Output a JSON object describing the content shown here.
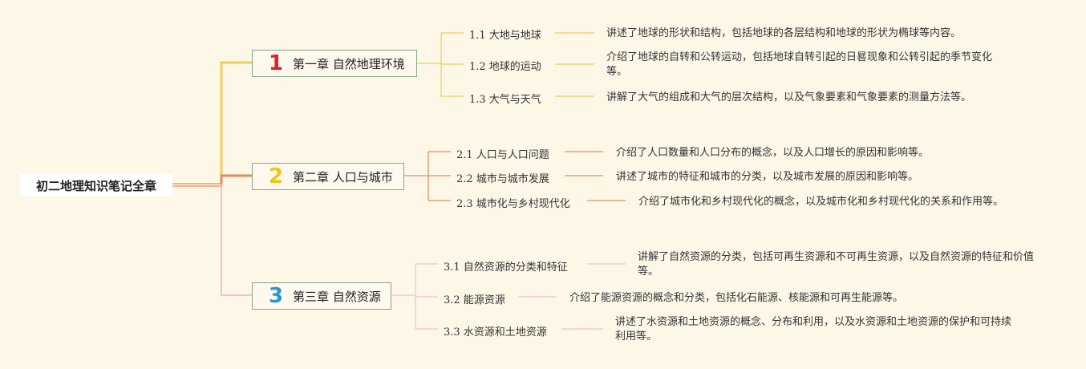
{
  "root": {
    "title": "初二地理知识笔记全章"
  },
  "colors": {
    "chapter1": "#f2cc5a",
    "chapter2": "#e8885a",
    "chapter3": "#f0c7b4",
    "num1": "#d9262b",
    "num2": "#f0c419",
    "num3": "#2596d8"
  },
  "chapters": [
    {
      "number": "1",
      "title": "第一章 自然地理环境",
      "sections": [
        {
          "label": "1.1 大地与地球",
          "desc": "讲述了地球的形状和结构，包括地球的各层结构和地球的形状为椭球等内容。"
        },
        {
          "label": "1.2 地球的运动",
          "desc": "介绍了地球的自转和公转运动，包括地球自转引起的日晷现象和公转引起的季节变化等。"
        },
        {
          "label": "1.3 大气与天气",
          "desc": "讲解了大气的组成和大气的层次结构，以及气象要素和气象要素的测量方法等。"
        }
      ]
    },
    {
      "number": "2",
      "title": "第二章 人口与城市",
      "sections": [
        {
          "label": "2.1 人口与人口问题",
          "desc": "介绍了人口数量和人口分布的概念，以及人口增长的原因和影响等。"
        },
        {
          "label": "2.2 城市与城市发展",
          "desc": "讲述了城市的特征和城市的分类，以及城市发展的原因和影响等。"
        },
        {
          "label": "2.3 城市化与乡村现代化",
          "desc": "介绍了城市化和乡村现代化的概念，以及城市化和乡村现代化的关系和作用等。"
        }
      ]
    },
    {
      "number": "3",
      "title": "第三章 自然资源",
      "sections": [
        {
          "label": "3.1 自然资源的分类和特征",
          "desc": "讲解了自然资源的分类，包括可再生资源和不可再生资源，以及自然资源的特征和价值等。"
        },
        {
          "label": "3.2 能源资源",
          "desc": "介绍了能源资源的概念和分类，包括化石能源、核能源和可再生能源等。"
        },
        {
          "label": "3.3 水资源和土地资源",
          "desc": "讲述了水资源和土地资源的概念、分布和利用，以及水资源和土地资源的保护和可持续利用等。"
        }
      ]
    }
  ]
}
